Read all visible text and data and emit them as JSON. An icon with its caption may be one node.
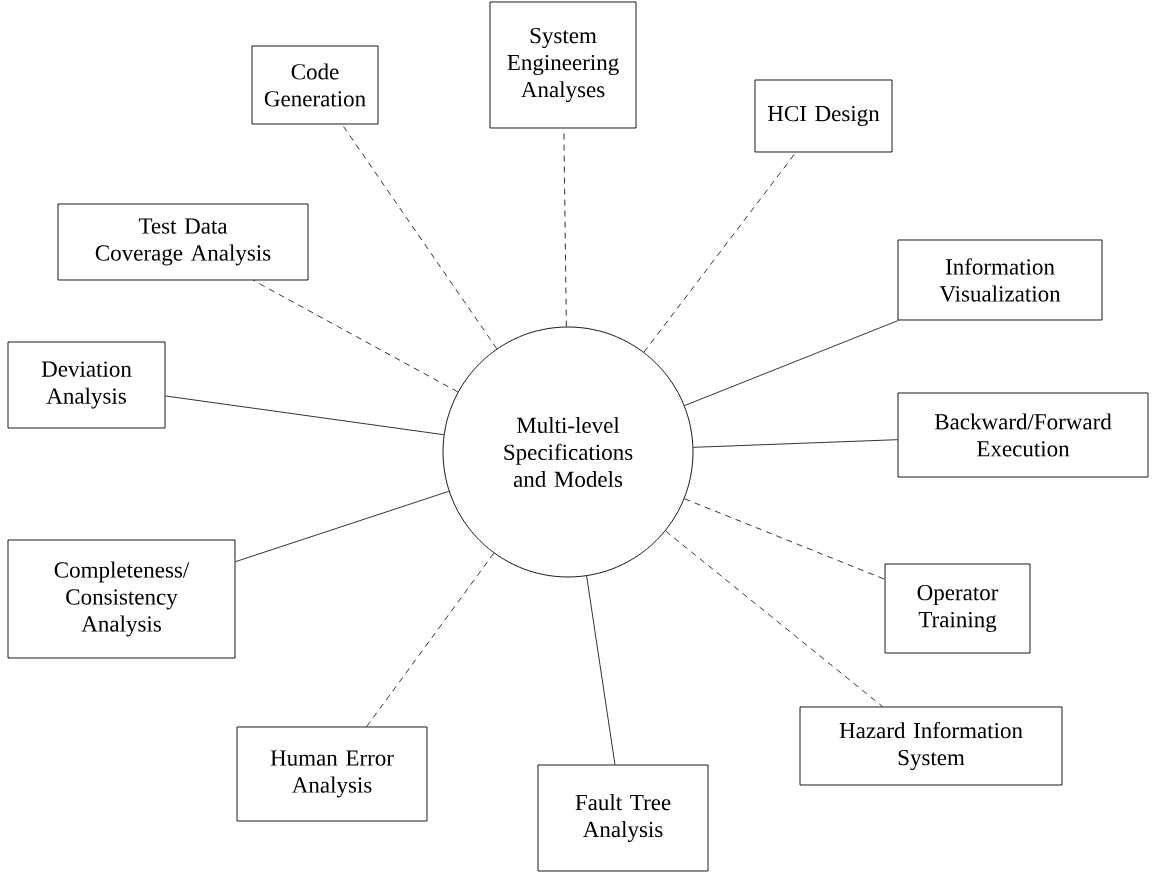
{
  "diagram": {
    "nodes": [
      {
        "text": [
          "Multi-level Specifications and Models"
        ]
      },
      {
        "text": [
          "Code Generation"
        ]
      },
      {
        "text": [
          "System Engineering Analyses"
        ]
      },
      {
        "text": [
          "HCI Design"
        ]
      },
      {
        "text": [
          "Test Data Coverage Analysis"
        ]
      },
      {
        "text": [
          "Information Visualization"
        ]
      },
      {
        "text": [
          "Deviation Analysis"
        ]
      },
      {
        "text": [
          "Backward/Forward Execution"
        ]
      },
      {
        "text": [
          "Completeness/ Consistency Analysis"
        ]
      },
      {
        "text": [
          "Operator Training"
        ]
      },
      {
        "text": [
          "Hazard Information System"
        ]
      },
      {
        "text": [
          "Human Error Analysis"
        ]
      },
      {
        "text": [
          "Fault Tree Analysis"
        ]
      }
    ],
    "edges": [
      {
        "from": 0,
        "to": 1,
        "arrow": "none",
        "style": "dashed"
      },
      {
        "from": 0,
        "to": 2,
        "arrow": "none",
        "style": "dashed"
      },
      {
        "from": 0,
        "to": 3,
        "arrow": "none",
        "style": "dashed"
      },
      {
        "from": 0,
        "to": 4,
        "arrow": "none",
        "style": "dashed"
      },
      {
        "from": 0,
        "to": 5,
        "arrow": "none"
      },
      {
        "from": 0,
        "to": 6,
        "arrow": "none"
      },
      {
        "from": 0,
        "to": 7,
        "arrow": "none"
      },
      {
        "from": 0,
        "to": 8,
        "arrow": "none"
      },
      {
        "from": 0,
        "to": 9,
        "arrow": "none",
        "style": "dashed"
      },
      {
        "from": 0,
        "to": 10,
        "arrow": "none",
        "style": "dashed"
      },
      {
        "from": 0,
        "to": 11,
        "arrow": "none",
        "style": "dashed"
      },
      {
        "from": 0,
        "to": 12,
        "arrow": "none"
      }
    ]
  }
}
